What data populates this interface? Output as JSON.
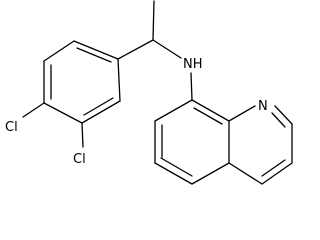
{
  "molecule": {
    "atom_labels": {
      "cl_upper": "Cl",
      "cl_lower": "Cl",
      "amine": "NH",
      "ring_n": "N"
    },
    "bond_color": "#000000",
    "background_color": "#ffffff"
  }
}
